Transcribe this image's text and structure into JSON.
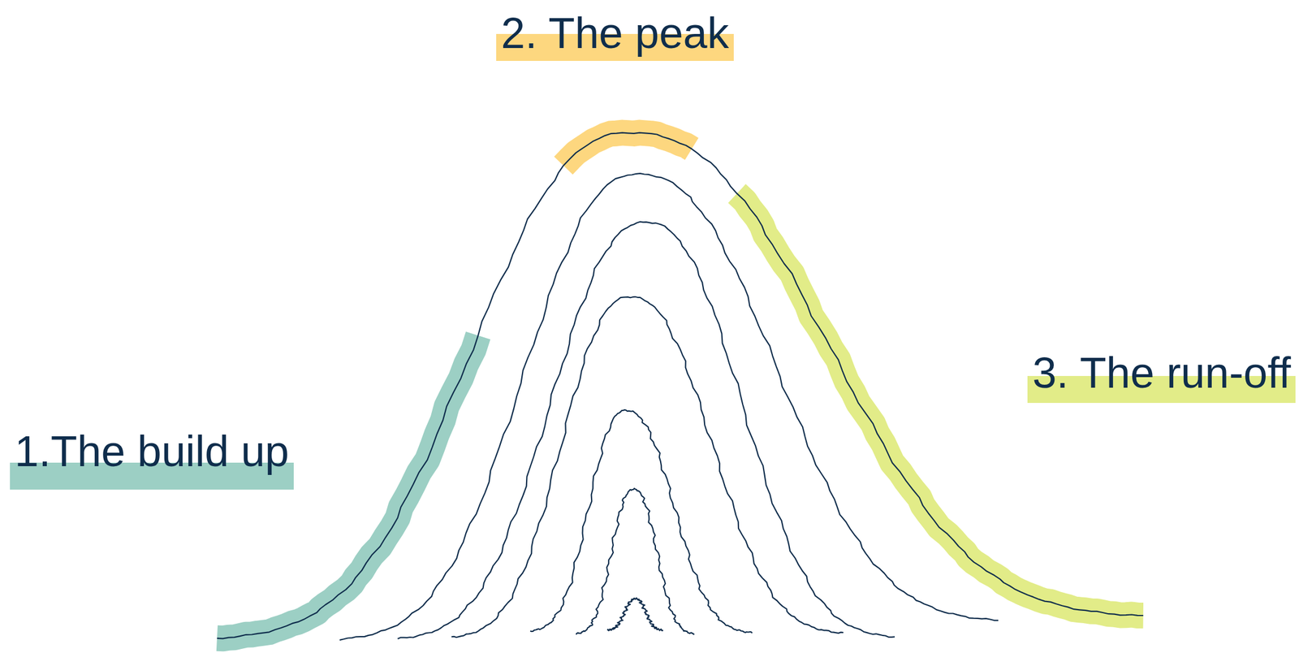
{
  "diagram": {
    "labels": [
      "2. The peak",
      "1.The build up",
      "3. The run-off"
    ]
  }
}
